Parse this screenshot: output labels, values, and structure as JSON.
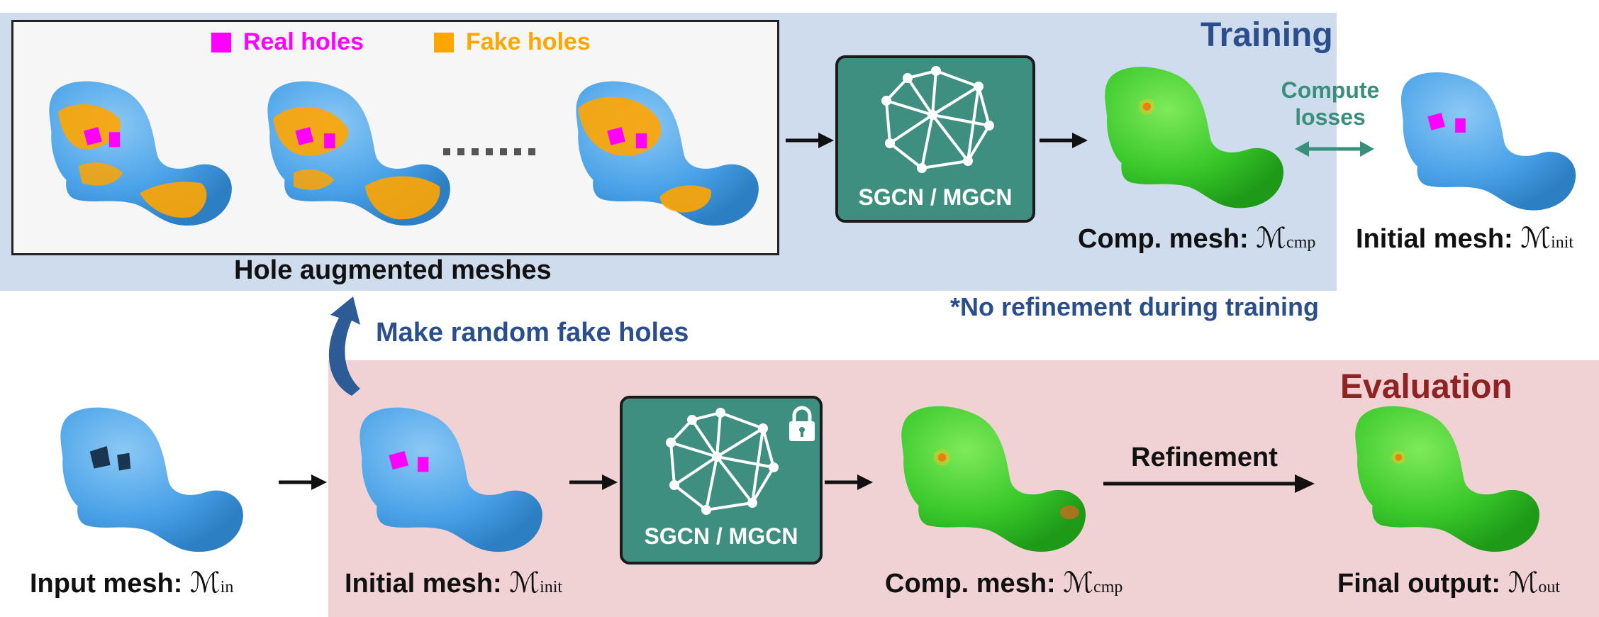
{
  "training": {
    "title": "Training",
    "legend_real": "Real holes",
    "legend_fake": "Fake holes",
    "aug_caption": "Hole augmented meshes",
    "network_label": "SGCN / MGCN",
    "comp_caption": "Comp. mesh:",
    "init_caption": "Initial mesh:",
    "compute_line1": "Compute",
    "compute_line2": "losses",
    "note": "*No refinement during training"
  },
  "make_holes": "Make random fake holes",
  "evaluation": {
    "title": "Evaluation",
    "input_caption": "Input mesh:",
    "init_caption": "Initial mesh:",
    "network_label": "SGCN / MGCN",
    "comp_caption": "Comp. mesh:",
    "refinement": "Refinement",
    "final_caption": "Final output:"
  },
  "math": {
    "M": "ℳ",
    "in": "in",
    "init": "init",
    "cmp": "cmp",
    "out": "out"
  },
  "colors": {
    "training_bg": "#cfdcee",
    "evaluation_bg": "#f1d2d4",
    "training_title": "#2a4f8c",
    "evaluation_title": "#8f2222",
    "network_fill": "#3e8f7f",
    "real_holes": "#ff00ff",
    "fake_holes": "#ffa500",
    "mesh_blue": "#4aa3e8",
    "mesh_green": "#3cd32a",
    "compute_color": "#3a8f7c",
    "note_color": "#2a4f8c"
  }
}
